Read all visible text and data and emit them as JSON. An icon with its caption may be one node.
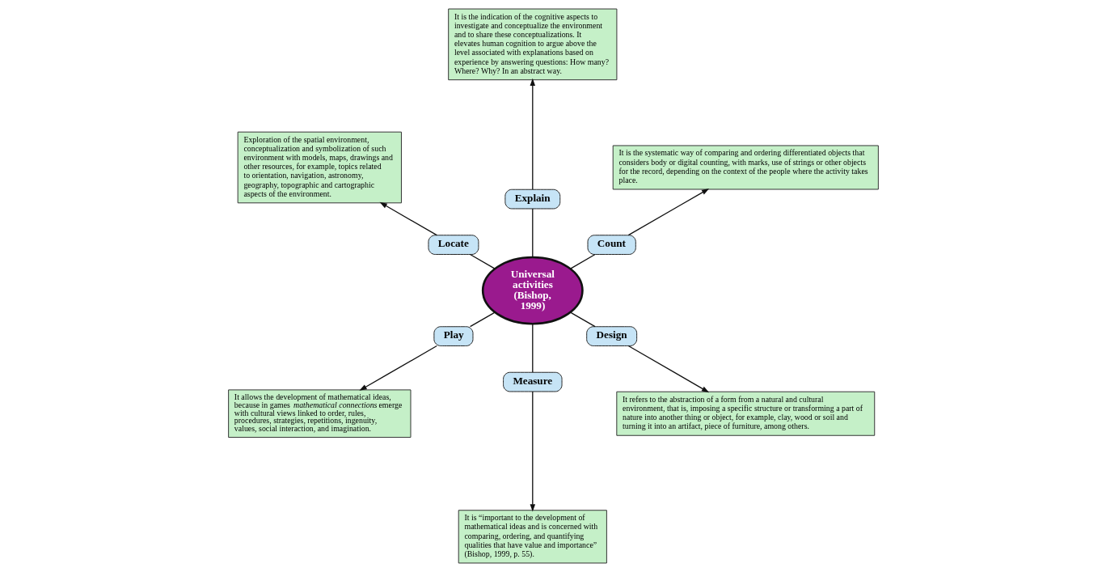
{
  "diagram": {
    "nodes": [
      {
        "text": [
          "Universal activities (Bishop, 1999)"
        ]
      },
      {
        "text": [
          "Count"
        ]
      },
      {
        "text": [
          "It is the systematic way of comparing and ordering differentiated objects that considers body or digital counting, with marks, use of strings or other objects for the record, depending on the context of the people where the activity takes place."
        ]
      },
      {
        "text": [
          "Explain"
        ]
      },
      {
        "text": [
          "It is the indication of the cognitive aspects to investigate and conceptualize the environment and to share these conceptualizations. It elevates human cognition to argue above the level associated with explanations based on experience by answering questions: How many? Where? Why? In an abstract way."
        ]
      },
      {
        "text": [
          "Locate"
        ]
      },
      {
        "text": [
          "Exploration of the spatial environment, conceptualization and symbolization of such environment with models, maps, drawings and other resources, for example, topics related to orientation, navigation, astronomy, geography, topographic and cartographic aspects of the environment."
        ]
      },
      {
        "text": [
          "Play"
        ]
      },
      {
        "text": [
          "It allows the development of mathematical ideas, because in games *mathematical connections* emerge with cultural views linked to order, rules, procedures, strategies, repetitions, ingenuity, values, social interaction, and imagination."
        ]
      },
      {
        "text": [
          "Measure"
        ]
      },
      {
        "text": [
          "It is “important to the development of mathematical ideas and is concerned with comparing, ordering, and quantifying qualities that have value and importance” (Bishop, 1999, p. 55)."
        ]
      },
      {
        "text": [
          "Design"
        ]
      },
      {
        "text": [
          "It refers to the abstraction of a form from a natural and cultural environment, that is, imposing a specific structure or transforming a part of nature into another thing or object, for example, clay, wood or soil and turning it into an artifact, piece of furniture, among others."
        ]
      }
    ],
    "edges": [
      {
        "from": 0,
        "to": 1,
        "arrow": "none"
      },
      {
        "from": 1,
        "to": 2,
        "arrow": "to"
      },
      {
        "from": 0,
        "to": 3,
        "arrow": "none"
      },
      {
        "from": 3,
        "to": 4,
        "arrow": "to"
      },
      {
        "from": 0,
        "to": 5,
        "arrow": "none"
      },
      {
        "from": 5,
        "to": 6,
        "arrow": "to"
      },
      {
        "from": 0,
        "to": 7,
        "arrow": "none"
      },
      {
        "from": 7,
        "to": 8,
        "arrow": "to"
      },
      {
        "from": 0,
        "to": 9,
        "arrow": "none"
      },
      {
        "from": 9,
        "to": 10,
        "arrow": "to"
      },
      {
        "from": 0,
        "to": 11,
        "arrow": "none"
      },
      {
        "from": 11,
        "to": 12,
        "arrow": "to"
      }
    ]
  }
}
